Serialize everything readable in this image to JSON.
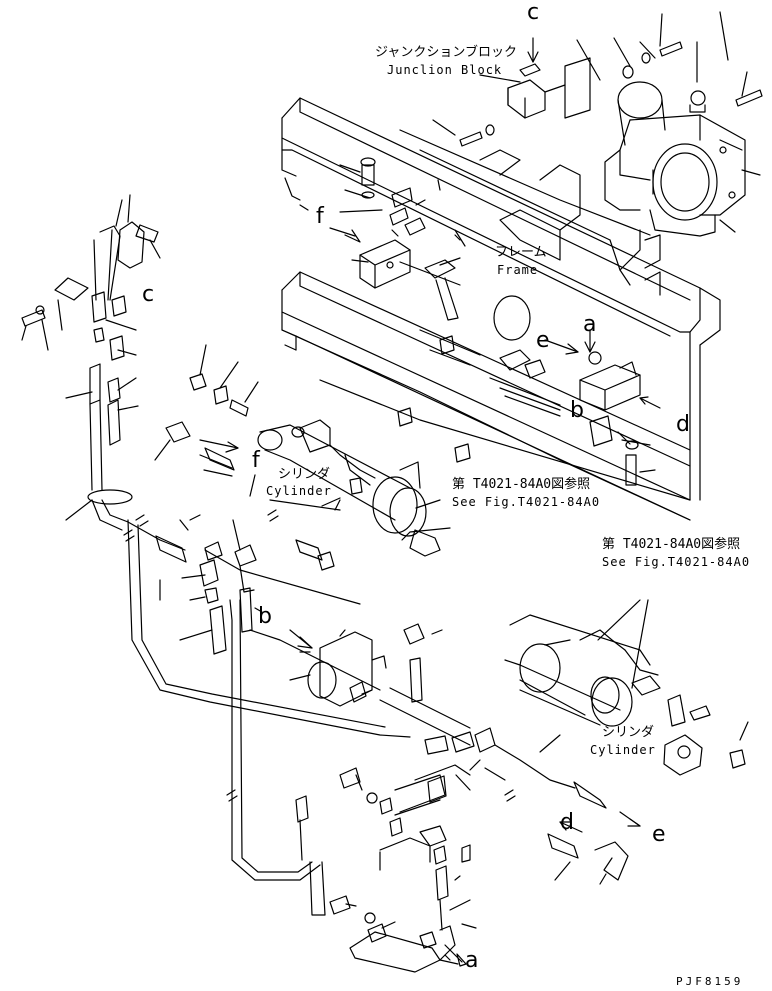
{
  "labels": {
    "junction_block_jp": "ジャンクションブロック",
    "junction_block_en": "Junclion Block",
    "frame_jp": "フレーム",
    "frame_en": "Frame",
    "cylinder_left_jp": "シリンダ",
    "cylinder_left_en": "Cylinder",
    "cylinder_right_jp": "シリンダ",
    "cylinder_right_en": "Cylinder",
    "see_fig_left_jp": "第 T4021-84A0図参照",
    "see_fig_left_en": "See Fig.T4021-84A0",
    "see_fig_right_jp": "第 T4021-84A0図参照",
    "see_fig_right_en": "See Fig.T4021-84A0"
  },
  "connection_letters": {
    "c_top": "c",
    "c_left": "c",
    "f_upper": "f",
    "f_lower": "f",
    "a_upper": "a",
    "a_lower": "a",
    "b_right": "b",
    "b_left": "b",
    "d_right": "d",
    "d_lower": "d",
    "e_upper": "e",
    "e_lower": "e"
  },
  "drawing_code": "PJF8159",
  "colors": {
    "line": "#000000",
    "background": "#ffffff"
  }
}
